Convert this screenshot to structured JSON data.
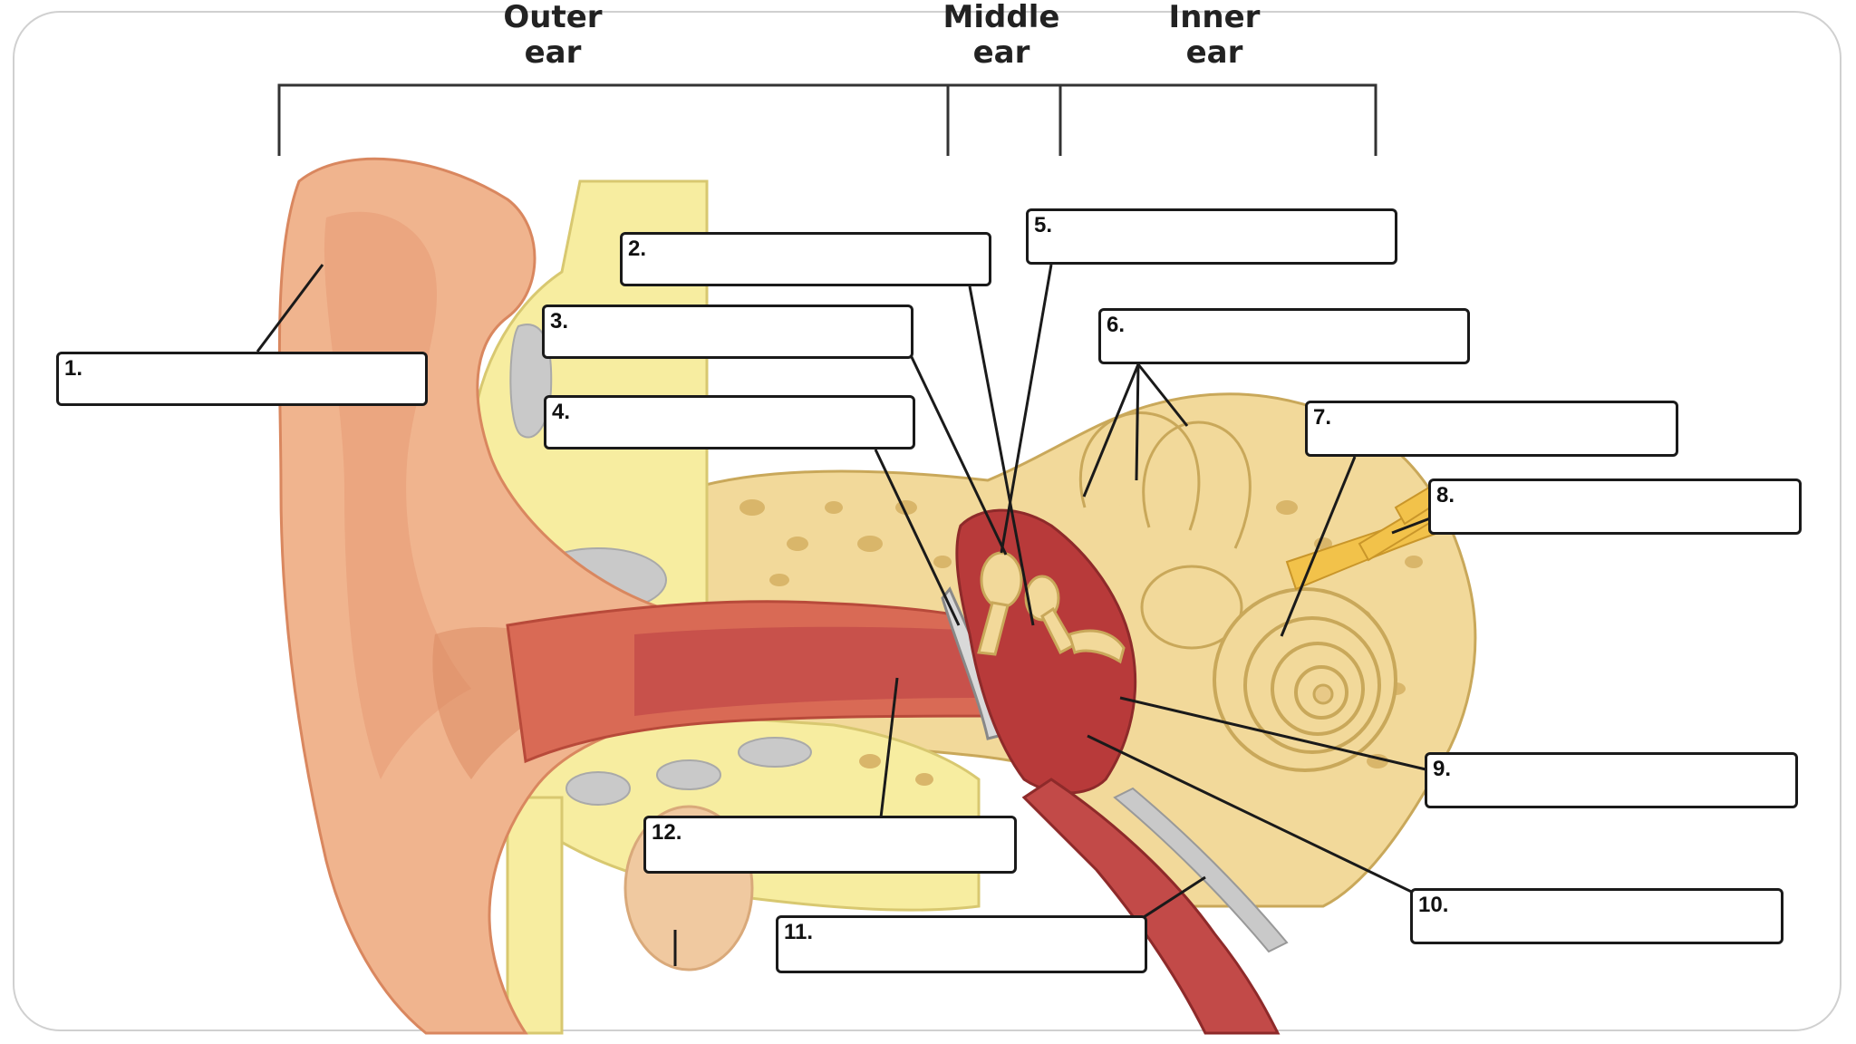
{
  "titles": {
    "outer": "Outer\near",
    "middle": "Middle\near",
    "inner": "Inner\near"
  },
  "labels": [
    {
      "id": "1",
      "text": "1."
    },
    {
      "id": "2",
      "text": "2."
    },
    {
      "id": "3",
      "text": "3."
    },
    {
      "id": "4",
      "text": "4."
    },
    {
      "id": "5",
      "text": "5."
    },
    {
      "id": "6",
      "text": "6."
    },
    {
      "id": "7",
      "text": "7."
    },
    {
      "id": "8",
      "text": "8."
    },
    {
      "id": "9",
      "text": "9."
    },
    {
      "id": "10",
      "text": "10."
    },
    {
      "id": "11",
      "text": "11."
    },
    {
      "id": "12",
      "text": "12."
    }
  ],
  "colors": {
    "skin": "#f0b48e",
    "skin_shadow": "#d9875f",
    "cartilage": "#f7eda0",
    "bone": "#f2d99a",
    "bone_pore": "#d9b66a",
    "canal": "#c24a48",
    "cavity": "#b83a3a",
    "grey": "#c9c9c9",
    "line": "#1a1a1a"
  }
}
